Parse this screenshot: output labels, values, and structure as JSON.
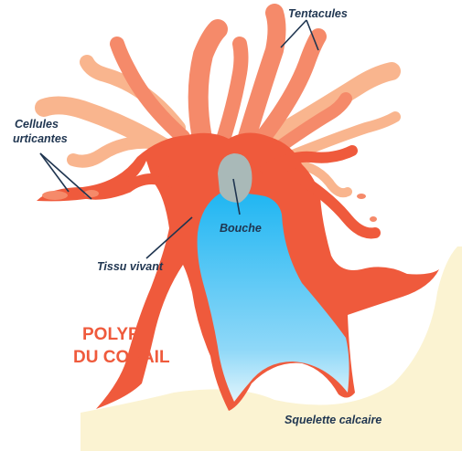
{
  "labels": {
    "tentacules": "Tentacules",
    "cellules_line1": "Cellules",
    "cellules_line2": "urticantes",
    "bouche": "Bouche",
    "tissu": "Tissu vivant",
    "squelette": "Squelette calcaire"
  },
  "title": {
    "line1": "POLYPE",
    "line2": "DU CORAIL"
  },
  "colors": {
    "body": "#ef5a3c",
    "tentacle_mid": "#f58a6a",
    "tentacle_light": "#f9b58e",
    "skeleton": "#fbf3d2",
    "cavity_top": "#20b6f2",
    "cavity_bottom": "#d8f1fb",
    "mouth": "#a9b9b8",
    "text": "#1f3550",
    "title": "#ef5a3c"
  }
}
